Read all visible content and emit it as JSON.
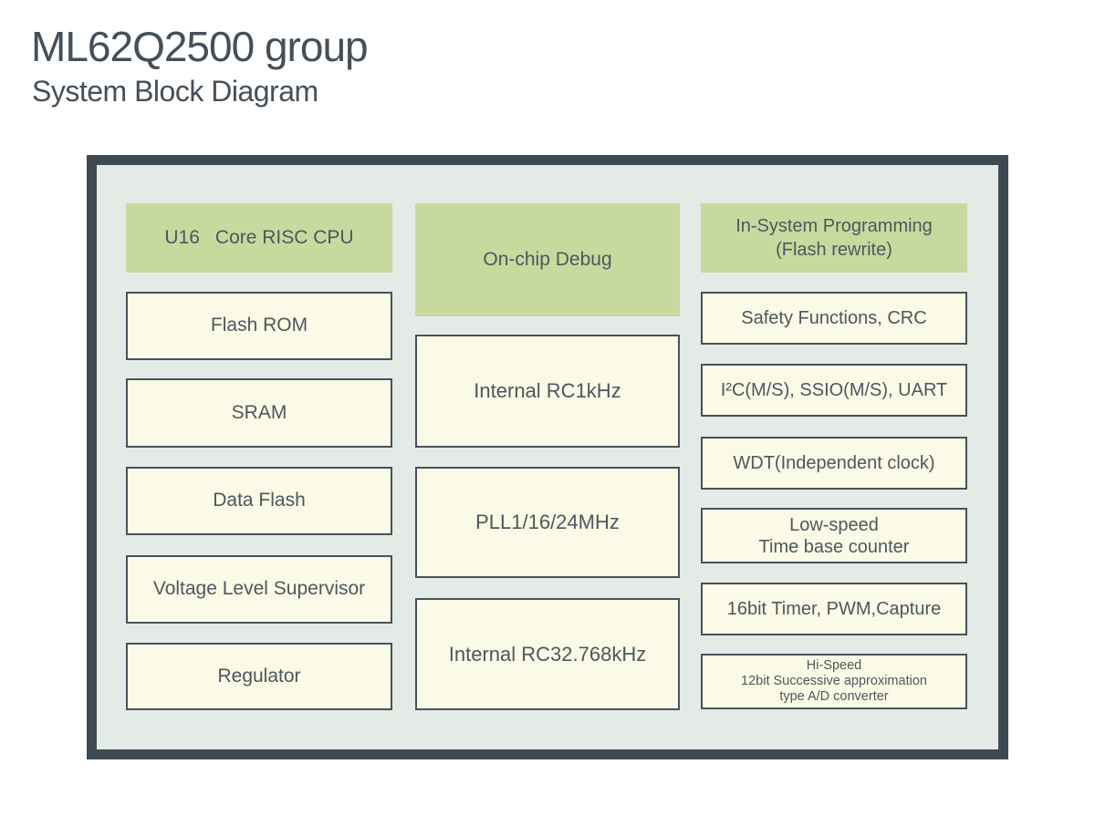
{
  "header": {
    "title": "ML62Q2500 group",
    "subtitle": "System Block Diagram"
  },
  "colors": {
    "ink": "#454f58",
    "text": "#4d575f",
    "frame": "#3d4a54",
    "panel_bg": "#e4eae6",
    "green": "#c8d99e",
    "cream": "#fbfae6",
    "line": "#46525b",
    "page_bg": "#ffffff"
  },
  "blocks": {
    "cpu": {
      "prefix": "U16",
      "label": "Core RISC CPU"
    },
    "flash_rom": {
      "label": "Flash ROM"
    },
    "sram": {
      "label": "SRAM"
    },
    "data_flash": {
      "label": "Data Flash"
    },
    "vls": {
      "label": "Voltage Level Supervisor"
    },
    "regulator": {
      "label": "Regulator"
    },
    "on_chip_debug": {
      "label": "On-chip Debug"
    },
    "rc1khz": {
      "label": "Internal RC1kHz"
    },
    "pll": {
      "label": "PLL1/16/24MHz"
    },
    "rc32": {
      "label": "Internal RC32.768kHz"
    },
    "isp": {
      "label": "In-System Programming\n(Flash rewrite)"
    },
    "safety": {
      "label": "Safety Functions, CRC"
    },
    "i2c": {
      "label": "I²C(M/S), SSIO(M/S), UART"
    },
    "wdt": {
      "label": "WDT(Independent clock)"
    },
    "low_speed": {
      "label": "Low-speed\nTime base counter"
    },
    "timer16": {
      "label": "16bit Timer, PWM,Capture"
    },
    "adc": {
      "label": "Hi-Speed\n12bit Successive approximation\ntype A/D converter"
    }
  }
}
